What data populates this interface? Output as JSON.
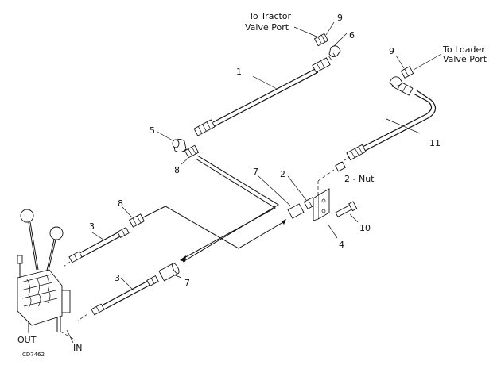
{
  "diagram": {
    "labels": {
      "to_tractor": [
        "To Tractor",
        "Valve Port"
      ],
      "to_loader": [
        "To Loader",
        "Valve Port"
      ],
      "n1": "1",
      "n2": "2",
      "n2_nut": "2 - Nut",
      "n3a": "3",
      "n3b": "3",
      "n4": "4",
      "n5": "5",
      "n6": "6",
      "n7a": "7",
      "n7b": "7",
      "n8a": "8",
      "n8b": "8",
      "n9a": "9",
      "n9b": "9",
      "n10": "10",
      "n11": "11",
      "out": "OUT",
      "in": "IN",
      "code": "CD7462"
    }
  }
}
